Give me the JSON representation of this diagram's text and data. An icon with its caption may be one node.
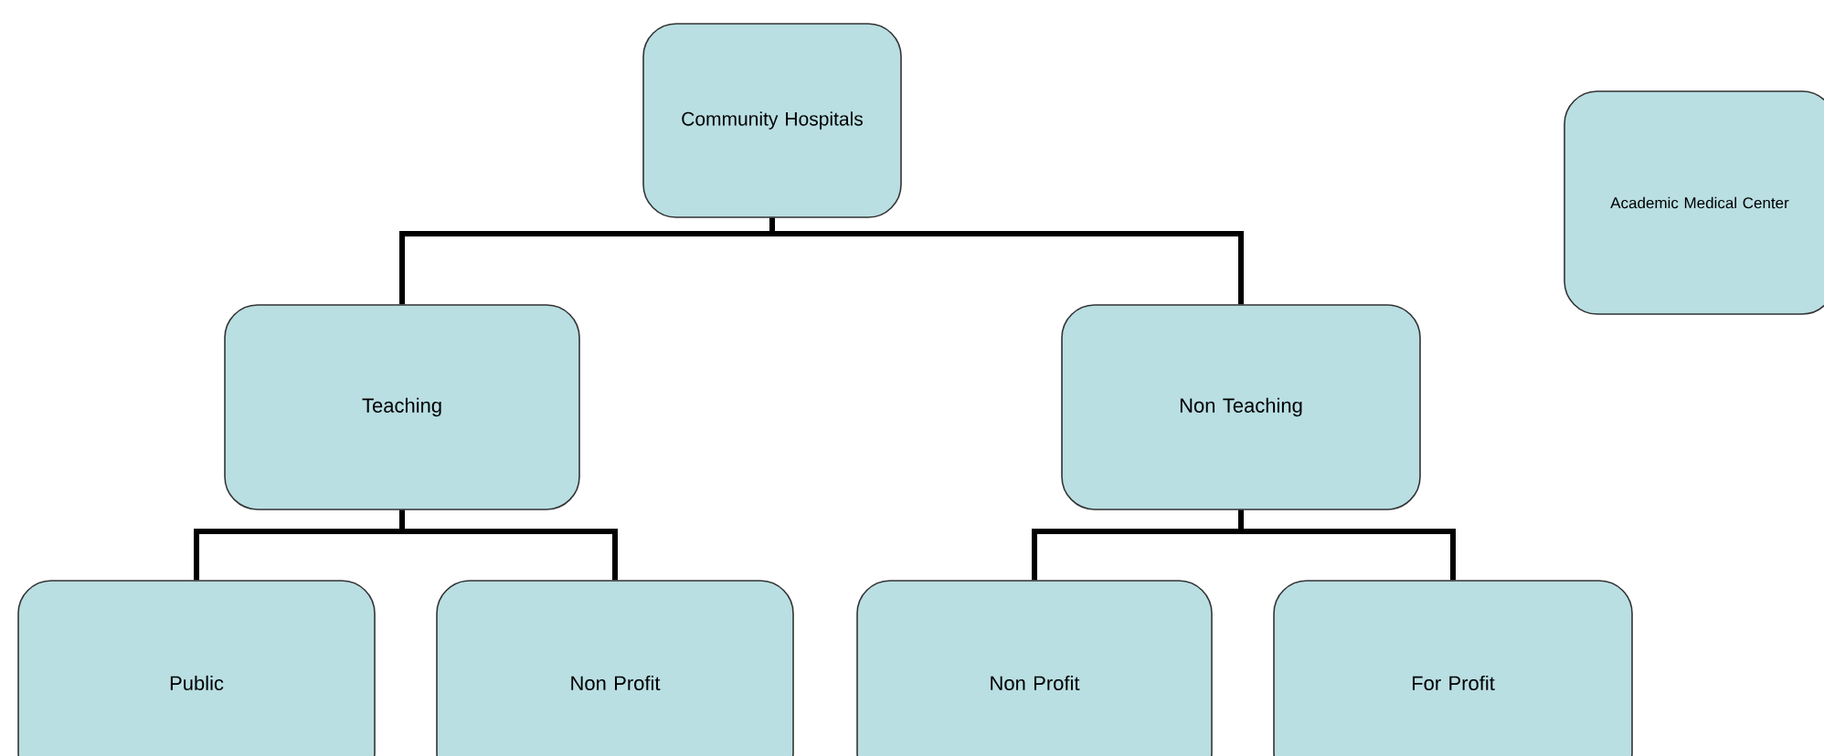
{
  "diagram": {
    "nodes": [
      {
        "text": [
          "Community Hospitals"
        ]
      },
      {
        "text": [
          "Teaching"
        ]
      },
      {
        "text": [
          "Non Teaching"
        ]
      },
      {
        "text": [
          "Public"
        ]
      },
      {
        "text": [
          "Non Profit"
        ]
      },
      {
        "text": [
          "Non Profit"
        ]
      },
      {
        "text": [
          "For Profit"
        ]
      },
      {
        "text": [
          "Academic Medical Center"
        ]
      }
    ],
    "edges": [
      {
        "from": 0,
        "to": 1,
        "arrow": "none"
      },
      {
        "from": 0,
        "to": 2,
        "arrow": "none"
      },
      {
        "from": 1,
        "to": 3,
        "arrow": "none"
      },
      {
        "from": 1,
        "to": 4,
        "arrow": "none"
      },
      {
        "from": 2,
        "to": 5,
        "arrow": "none"
      },
      {
        "from": 2,
        "to": 6,
        "arrow": "none"
      }
    ]
  }
}
